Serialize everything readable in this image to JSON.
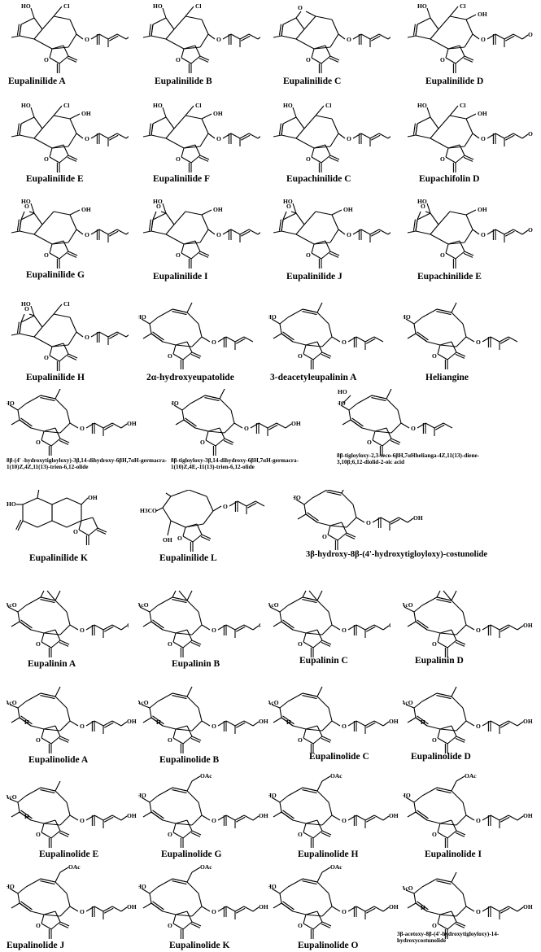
{
  "compounds": [
    "Eupalinilide A",
    "Eupalinilide B",
    "Eupalinilide C",
    "Eupalinilide D",
    "Eupalinilide E",
    "Eupalinilide F",
    "Eupachinilide C",
    "Eupachifolin D",
    "Eupalinilide G",
    "Eupalinilide I",
    "Eupalinilide J",
    "Eupachinilide E",
    "Eupalinilide H",
    "2α-hydroxyeupatolide",
    "3-deacetyleupalinin A",
    "Heliangine",
    "8β-(4' -hydroxytigloyloxy)-3β,14-dihydroxy-6βH,7αH-germacra-1(10)Z,4Z,11(13)-trien-6,12-olide",
    "8β-tigloyloxy-3β,14-dihydroxy-6βH,7αH-germacra-1(10)Z,4E,-11(13)-trien-6,12-olide",
    "8β-tigloyloxy-2,3-seco-6βH,7αHhelianga-4Z,11(13)-diene-3,10β;6,12-diolid-2-oic acid",
    "Eupalinilide K",
    "Eupalinilide L",
    "3β-hydroxy-8β-(4'-hydroxytigloyloxy)-costunolide",
    "Eupalinin A",
    "Eupalinin B",
    "Eupalinin C",
    "Eupalinin D",
    "Eupalinolide A",
    "Eupalinolide B",
    "Eupalinolide C",
    "Eupalinolide D",
    "Eupalinolide E",
    "Eupalinolide G",
    "Eupalinolide H",
    "Eupalinolide I",
    "Eupalinolide J",
    "Eupalinolide K",
    "Eupalinolide O",
    "3β-acetoxy-8β-(4'-hydroxytigloyloxy)-14-hydroxycostunolide"
  ],
  "atom_labels": {
    "oh": "OH",
    "ho": "HO",
    "cl": "Cl",
    "o": "O",
    "aco": "AcO",
    "oac": "OAc",
    "h": "H",
    "ch3o": "H3CO"
  }
}
